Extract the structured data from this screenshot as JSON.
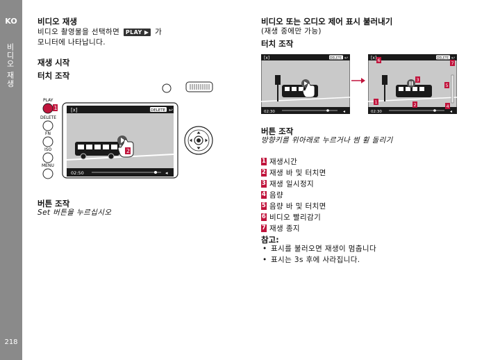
{
  "sidebar": {
    "lang": "KO",
    "section": "비디오 재생",
    "page_number": "218"
  },
  "left": {
    "title": "비디오 재생",
    "intro_line1_before": "비디오 촬영물을 선택하면",
    "intro_badge": "PLAY ▶",
    "intro_line1_after": "가",
    "intro_line2": "모니터에 나타납니다.",
    "start_title": "재생 시작",
    "touch_title": "터치 조작",
    "button_title": "버튼 조작",
    "button_desc": "Set 버튼을 누르십시오",
    "camera": {
      "buttons": [
        "PLAY",
        "DELETE",
        "FN",
        "ISO",
        "MENU"
      ],
      "screen_title": "[x]",
      "delete_label": "DELETE",
      "time": "02:50",
      "callouts": [
        "1",
        "2"
      ]
    }
  },
  "right": {
    "title": "비디오 또는 오디오 제어 표시 불러내기",
    "subtitle": "(재생 중에만 가능)",
    "touch_title": "터치 조작",
    "button_title": "버튼 조작",
    "button_desc": "방향키를 위아래로 누르거나 썸 휠 돌리기",
    "screen_a": {
      "title": "[x]",
      "delete_label": "DELETE",
      "time": "02:30"
    },
    "screen_b": {
      "title": "[x]",
      "delete_label": "DELETE",
      "time": "02:30",
      "callouts": [
        "1",
        "2",
        "3",
        "4",
        "5",
        "6",
        "7"
      ]
    },
    "legend": [
      {
        "n": "1",
        "label": "재생시간"
      },
      {
        "n": "2",
        "label": "재생 바 및 터치면"
      },
      {
        "n": "3",
        "label": "재생 일시정지"
      },
      {
        "n": "4",
        "label": "음량"
      },
      {
        "n": "5",
        "label": "음량 바 및 터치면"
      },
      {
        "n": "6",
        "label": "비디오 빨리감기"
      },
      {
        "n": "7",
        "label": "재생 종지"
      }
    ],
    "notes_title": "참고:",
    "notes": [
      "표시를 불러오면 재생이 멈춥니다",
      "표시는 3s 후에 사라집니다."
    ]
  },
  "colors": {
    "sidebar": "#8a8a8a",
    "callout": "#c0143c",
    "red_button": "#c0143c",
    "arrow": "#c0143c"
  }
}
